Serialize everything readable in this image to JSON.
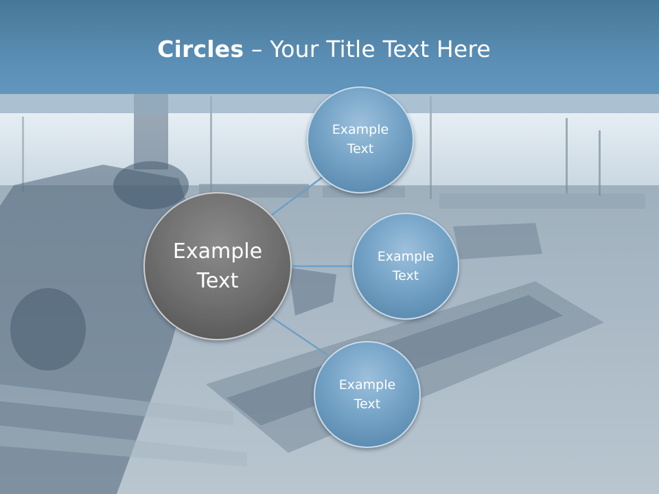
{
  "title": {
    "bold": "Circles",
    "rest": " – Your Title Text Here"
  },
  "center_node": {
    "line1": "Example",
    "line2": "Text"
  },
  "nodes": [
    {
      "line1": "Example",
      "line2": "Text"
    },
    {
      "line1": "Example",
      "line2": "Text"
    },
    {
      "line1": "Example",
      "line2": "Text"
    }
  ],
  "colors": {
    "title_bar": "#5a8db3",
    "center_circle": "#6e6e6e",
    "outer_circles": "#6f9fc3",
    "connectors": "#6e9fc5"
  }
}
